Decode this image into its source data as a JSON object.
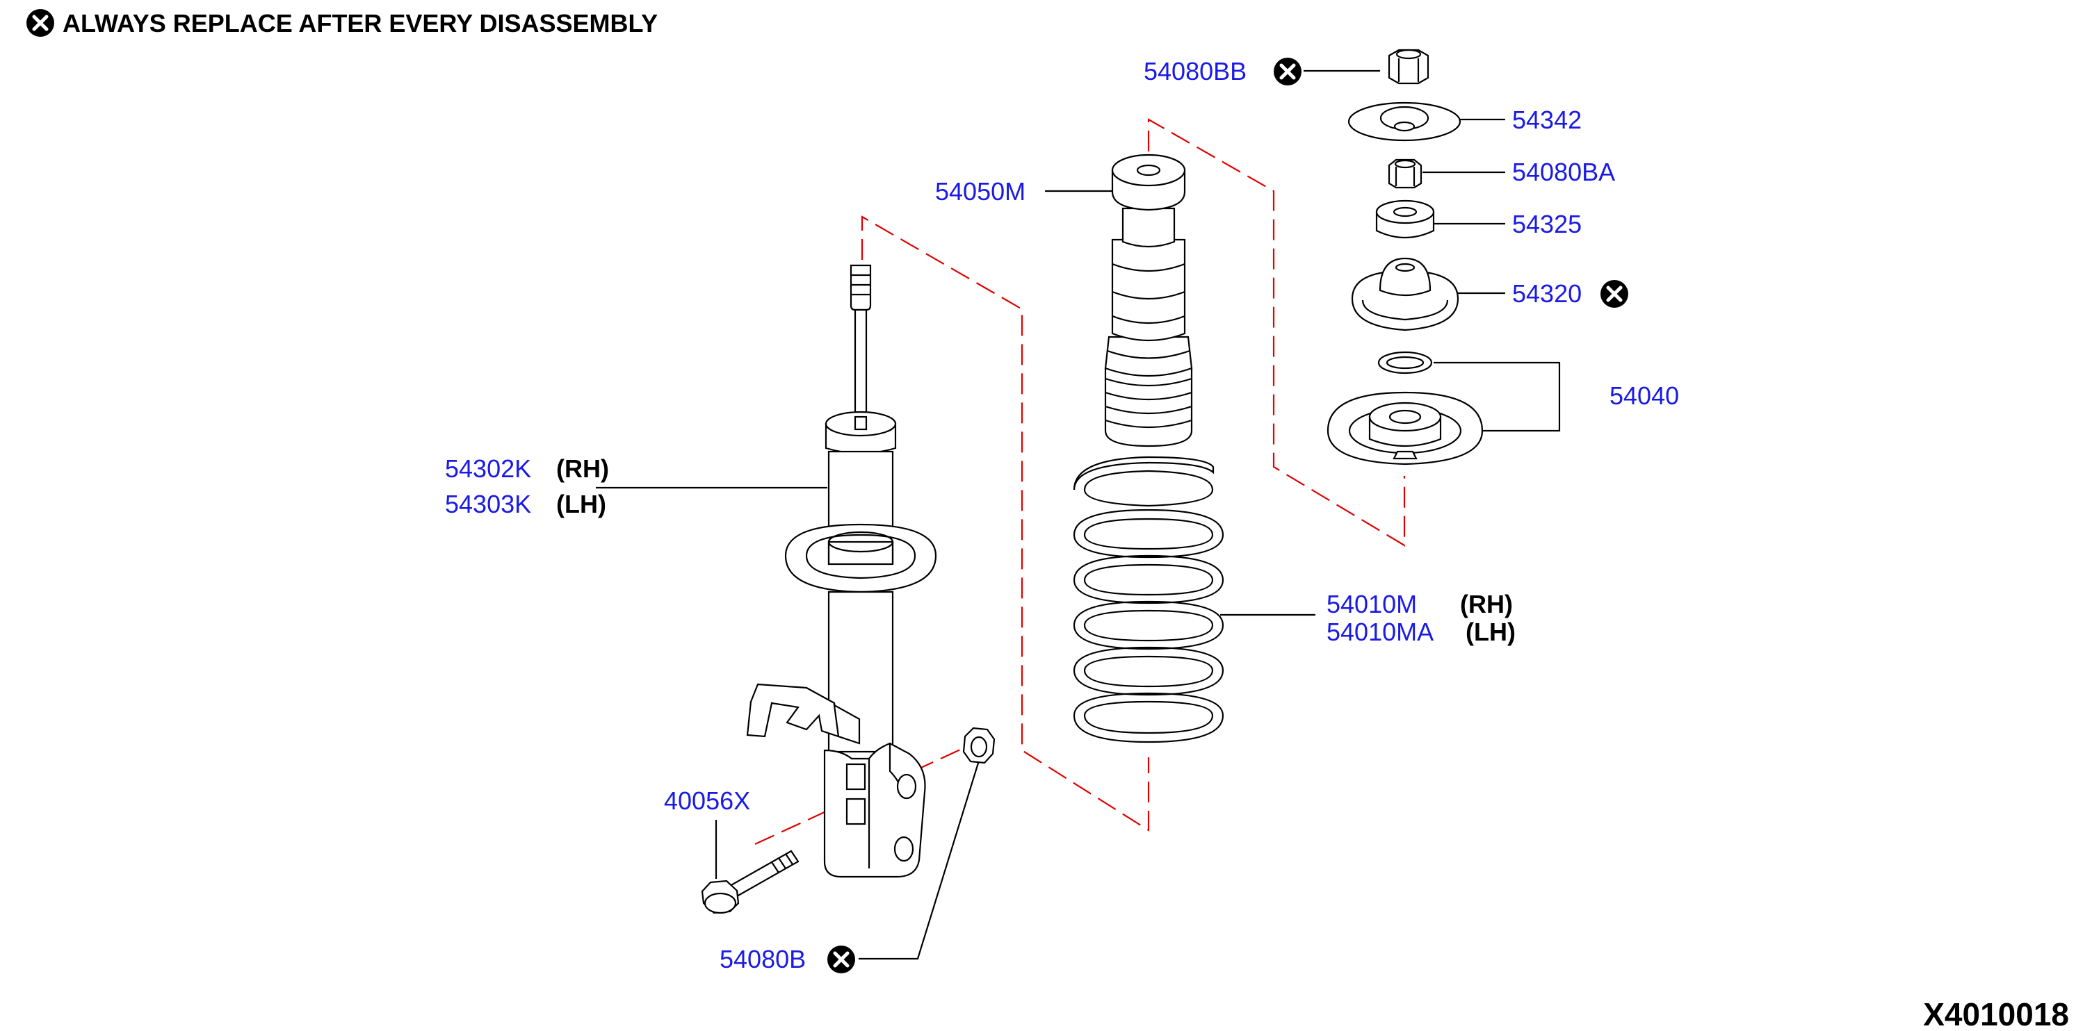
{
  "header": {
    "note": "ALWAYS REPLACE AFTER EVERY DISASSEMBLY",
    "note_icon": "circle-x-icon"
  },
  "diagram_code": "X4010018",
  "colors": {
    "part_number": "#1a1ae6",
    "phantom_line": "#e00000",
    "outline": "#000000",
    "background": "#ffffff"
  },
  "labels": {
    "nut_top": {
      "pn": "54080BB",
      "replace": true
    },
    "seat_top": {
      "pn": "54342"
    },
    "nut_mid": {
      "pn": "54080BA"
    },
    "bushing": {
      "pn": "54325"
    },
    "mount": {
      "pn": "54320",
      "replace": true
    },
    "seat_lower": {
      "pn": "54040"
    },
    "bound_bumper": {
      "pn": "54050M"
    },
    "strut_rh": {
      "pn": "54302K",
      "side": "(RH)"
    },
    "strut_lh": {
      "pn": "54303K",
      "side": "(LH)"
    },
    "spring_rh": {
      "pn": "54010M",
      "side": "(RH)"
    },
    "spring_lh": {
      "pn": "54010MA",
      "side": "(LH)"
    },
    "bolt": {
      "pn": "40056X"
    },
    "nut_bottom": {
      "pn": "54080B",
      "replace": true
    }
  }
}
